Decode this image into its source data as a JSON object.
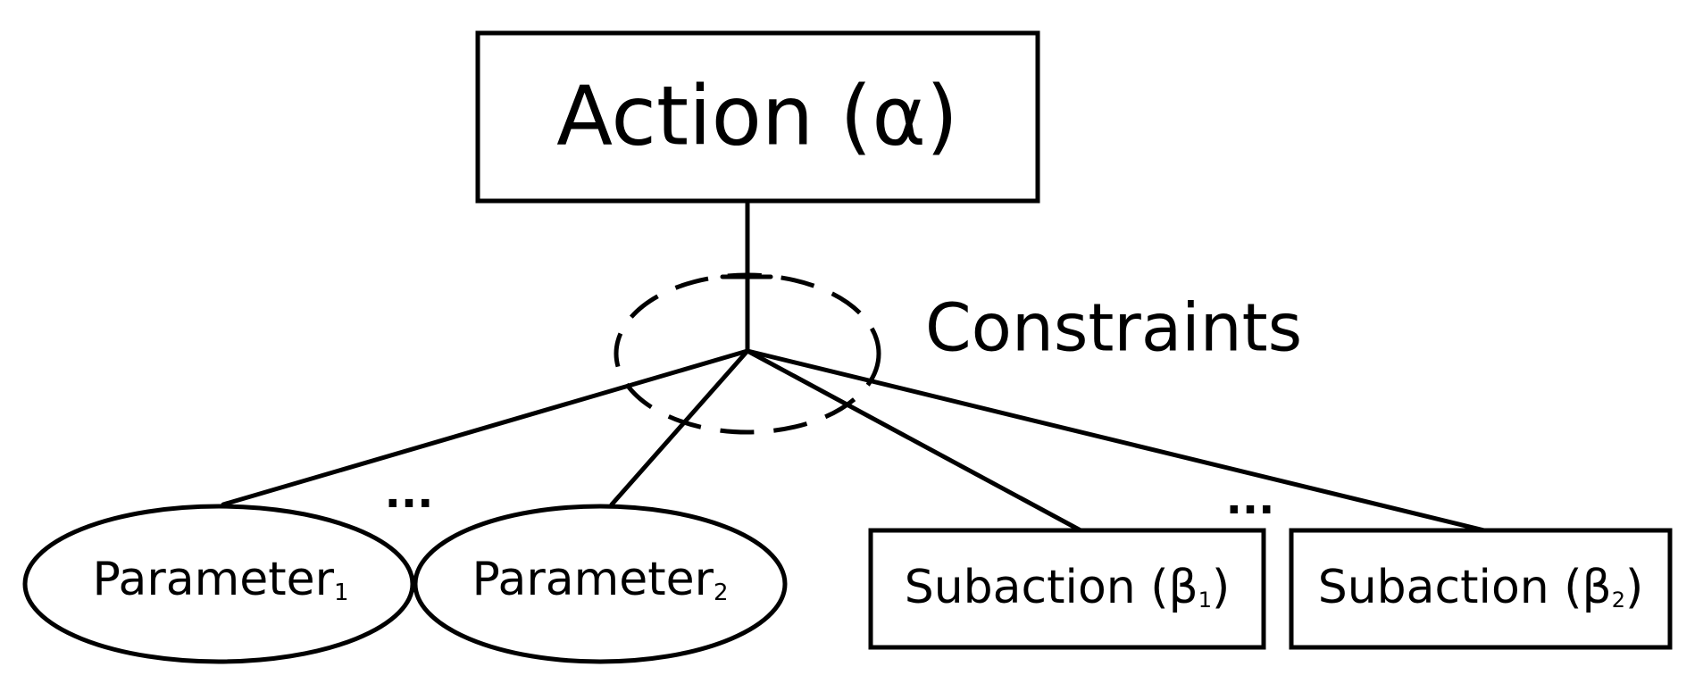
{
  "diagram": {
    "root": {
      "label": "Action (α)"
    },
    "constraints": {
      "label": "Constraints"
    },
    "parameters": [
      {
        "base": "Parameter",
        "sub": "1"
      },
      {
        "base": "Parameter",
        "sub": "2"
      }
    ],
    "subactions": [
      {
        "base": "Subaction (β",
        "sub": "1",
        "close": ")"
      },
      {
        "base": "Subaction (β",
        "sub": "2",
        "close": ")"
      }
    ],
    "ellipsis": "...",
    "colors": {
      "stroke": "#000000",
      "background": "#ffffff"
    }
  }
}
